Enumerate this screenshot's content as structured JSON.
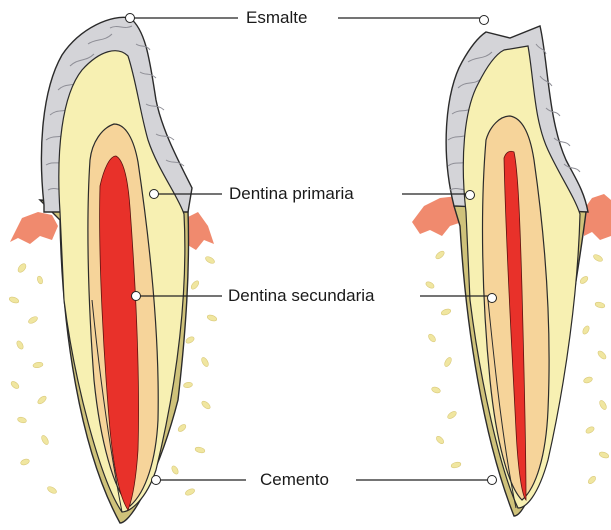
{
  "diagram": {
    "labels": {
      "enamel": "Esmalte",
      "primary_dentin": "Dentina primaria",
      "secondary_dentin": "Dentina secundaria",
      "cementum": "Cemento"
    },
    "colors": {
      "enamel": "#d4d4d8",
      "enamel_stripes": "#8e8e96",
      "primary_dentin": "#f7f0b2",
      "secondary_dentin": "#f6d49a",
      "pulp": "#e8312a",
      "cementum": "#cfc27a",
      "gingiva": "#f08a6e",
      "bone_flecks": "#f0e6a0",
      "outline": "#2b2b2b",
      "leader_line": "#222222"
    }
  }
}
